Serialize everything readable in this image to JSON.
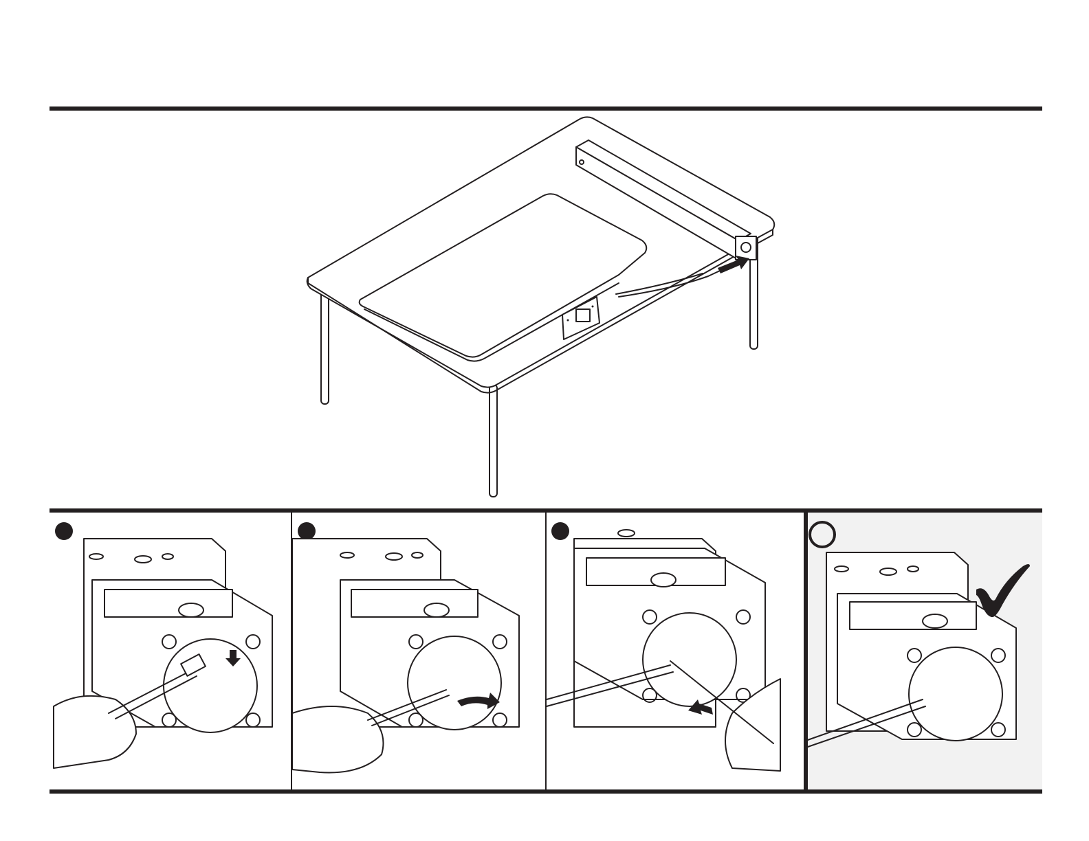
{
  "document": {
    "type": "assembly-instruction-page",
    "main_illustration": "table-with-beam-and-cable",
    "steps": [
      {
        "marker": "filled-circle",
        "action_icon": "arrow-down-icon"
      },
      {
        "marker": "filled-circle",
        "action_icon": "curved-arrow-icon"
      },
      {
        "marker": "filled-circle",
        "action_icon": "arrow-push-icon"
      },
      {
        "marker": "outline-circle",
        "action_icon": "checkmark-icon"
      }
    ],
    "colors": {
      "ink": "#231f20",
      "paper": "#ffffff",
      "result_panel": "#f2f2f2"
    }
  }
}
